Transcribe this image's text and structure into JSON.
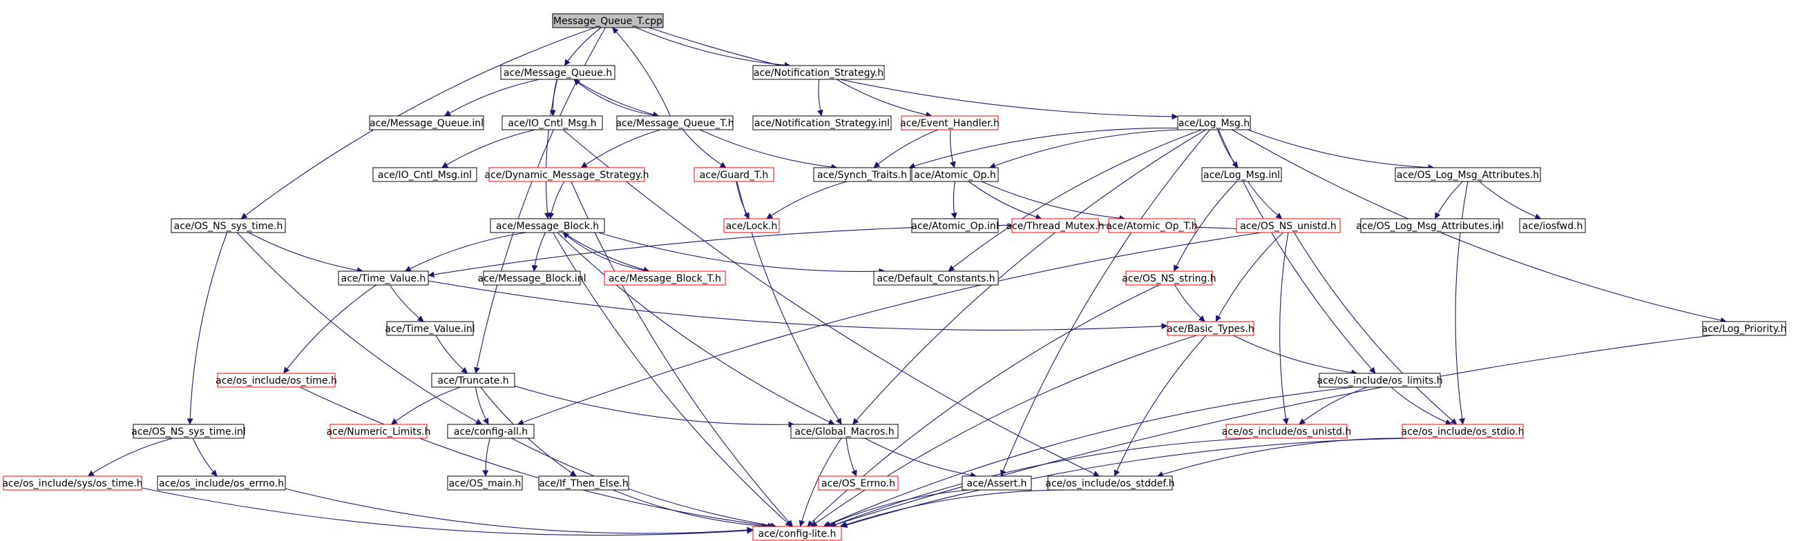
{
  "graph": {
    "colors": {
      "edge": "#191970",
      "border_default": "#000000",
      "border_unexpanded": "#ff0000",
      "root_fill": "#bfbfbf",
      "fill": "#ffffff"
    },
    "nodes": [
      {
        "id": "root",
        "label": "Message_Queue_T.cpp",
        "kind": "root"
      },
      {
        "id": "mq_h",
        "label": "ace/Message_Queue.h",
        "kind": "default"
      },
      {
        "id": "ns_h",
        "label": "ace/Notification_Strategy.h",
        "kind": "default"
      },
      {
        "id": "logmsg_h",
        "label": "ace/Log_Msg.h",
        "kind": "default"
      },
      {
        "id": "mq_inl",
        "label": "ace/Message_Queue.inl",
        "kind": "default"
      },
      {
        "id": "iocntl_h",
        "label": "ace/IO_Cntl_Msg.h",
        "kind": "default"
      },
      {
        "id": "mqt_h",
        "label": "ace/Message_Queue_T.h",
        "kind": "default"
      },
      {
        "id": "ns_inl",
        "label": "ace/Notification_Strategy.inl",
        "kind": "default"
      },
      {
        "id": "evh_h",
        "label": "ace/Event_Handler.h",
        "kind": "unexpanded"
      },
      {
        "id": "iocntl_inl",
        "label": "ace/IO_Cntl_Msg.inl",
        "kind": "default"
      },
      {
        "id": "dms_h",
        "label": "ace/Dynamic_Message_Strategy.h",
        "kind": "unexpanded"
      },
      {
        "id": "guard_h",
        "label": "ace/Guard_T.h",
        "kind": "unexpanded"
      },
      {
        "id": "synch_h",
        "label": "ace/Synch_Traits.h",
        "kind": "default"
      },
      {
        "id": "atomic_h",
        "label": "ace/Atomic_Op.h",
        "kind": "default"
      },
      {
        "id": "logmsg_inl",
        "label": "ace/Log_Msg.inl",
        "kind": "default"
      },
      {
        "id": "oslma_h",
        "label": "ace/OS_Log_Msg_Attributes.h",
        "kind": "default"
      },
      {
        "id": "ossys_h",
        "label": "ace/OS_NS_sys_time.h",
        "kind": "default"
      },
      {
        "id": "mb_h",
        "label": "ace/Message_Block.h",
        "kind": "default"
      },
      {
        "id": "lock_h",
        "label": "ace/Lock.h",
        "kind": "unexpanded"
      },
      {
        "id": "atomic_inl",
        "label": "ace/Atomic_Op.inl",
        "kind": "default"
      },
      {
        "id": "thmutex_h",
        "label": "ace/Thread_Mutex.h",
        "kind": "unexpanded"
      },
      {
        "id": "atomicT_h",
        "label": "ace/Atomic_Op_T.h",
        "kind": "unexpanded"
      },
      {
        "id": "osunistd_h",
        "label": "ace/OS_NS_unistd.h",
        "kind": "unexpanded"
      },
      {
        "id": "oslma_inl",
        "label": "ace/OS_Log_Msg_Attributes.inl",
        "kind": "default"
      },
      {
        "id": "iosfwd_h",
        "label": "ace/iosfwd.h",
        "kind": "default"
      },
      {
        "id": "tv_h",
        "label": "ace/Time_Value.h",
        "kind": "default"
      },
      {
        "id": "mb_inl",
        "label": "ace/Message_Block.inl",
        "kind": "default"
      },
      {
        "id": "mbT_h",
        "label": "ace/Message_Block_T.h",
        "kind": "unexpanded"
      },
      {
        "id": "defc_h",
        "label": "ace/Default_Constants.h",
        "kind": "default"
      },
      {
        "id": "osstring_h",
        "label": "ace/OS_NS_string.h",
        "kind": "unexpanded"
      },
      {
        "id": "tv_inl",
        "label": "ace/Time_Value.inl",
        "kind": "default"
      },
      {
        "id": "basic_h",
        "label": "ace/Basic_Types.h",
        "kind": "unexpanded"
      },
      {
        "id": "logprio_h",
        "label": "ace/Log_Priority.h",
        "kind": "default"
      },
      {
        "id": "ostime_h",
        "label": "ace/os_include/os_time.h",
        "kind": "unexpanded"
      },
      {
        "id": "trunc_h",
        "label": "ace/Truncate.h",
        "kind": "default"
      },
      {
        "id": "oslimits_h",
        "label": "ace/os_include/os_limits.h",
        "kind": "default"
      },
      {
        "id": "ossys_inl",
        "label": "ace/OS_NS_sys_time.inl",
        "kind": "default"
      },
      {
        "id": "numlim_h",
        "label": "ace/Numeric_Limits.h",
        "kind": "unexpanded"
      },
      {
        "id": "configall_h",
        "label": "ace/config-all.h",
        "kind": "default"
      },
      {
        "id": "gmacros_h",
        "label": "ace/Global_Macros.h",
        "kind": "default"
      },
      {
        "id": "osunistd2_h",
        "label": "ace/os_include/os_unistd.h",
        "kind": "unexpanded"
      },
      {
        "id": "osstdio_h",
        "label": "ace/os_include/os_stdio.h",
        "kind": "unexpanded"
      },
      {
        "id": "syst_h",
        "label": "ace/os_include/sys/os_time.h",
        "kind": "unexpanded"
      },
      {
        "id": "oserrno_h",
        "label": "ace/os_include/os_errno.h",
        "kind": "default"
      },
      {
        "id": "osmain_h",
        "label": "ace/OS_main.h",
        "kind": "default"
      },
      {
        "id": "ifte_h",
        "label": "ace/If_Then_Else.h",
        "kind": "default"
      },
      {
        "id": "oserr_h",
        "label": "ace/OS_Errno.h",
        "kind": "unexpanded"
      },
      {
        "id": "assert_h",
        "label": "ace/Assert.h",
        "kind": "default"
      },
      {
        "id": "osstddef_h",
        "label": "ace/os_include/os_stddef.h",
        "kind": "default"
      },
      {
        "id": "configlite_h",
        "label": "ace/config-lite.h",
        "kind": "unexpanded"
      }
    ],
    "edges": [
      [
        "root",
        "mq_h"
      ],
      [
        "root",
        "ns_h"
      ],
      [
        "root",
        "logmsg_h"
      ],
      [
        "root",
        "ossys_h"
      ],
      [
        "root",
        "trunc_h"
      ],
      [
        "mq_h",
        "mq_inl"
      ],
      [
        "mq_h",
        "iocntl_h"
      ],
      [
        "mq_h",
        "mqt_h"
      ],
      [
        "mq_h",
        "mb_h"
      ],
      [
        "mqt_h",
        "mq_h"
      ],
      [
        "mqt_h",
        "root"
      ],
      [
        "mqt_h",
        "dms_h"
      ],
      [
        "mqt_h",
        "guard_h"
      ],
      [
        "mqt_h",
        "synch_h"
      ],
      [
        "iocntl_h",
        "iocntl_inl"
      ],
      [
        "iocntl_h",
        "osstddef_h"
      ],
      [
        "ns_h",
        "ns_inl"
      ],
      [
        "ns_h",
        "evh_h"
      ],
      [
        "evh_h",
        "synch_h"
      ],
      [
        "evh_h",
        "atomic_h"
      ],
      [
        "logmsg_h",
        "synch_h"
      ],
      [
        "logmsg_h",
        "atomic_h"
      ],
      [
        "logmsg_h",
        "logmsg_inl"
      ],
      [
        "logmsg_h",
        "oslma_h"
      ],
      [
        "logmsg_h",
        "defc_h"
      ],
      [
        "logmsg_h",
        "gmacros_h"
      ],
      [
        "logmsg_h",
        "oslimits_h"
      ],
      [
        "logmsg_h",
        "logprio_h"
      ],
      [
        "logmsg_h",
        "assert_h"
      ],
      [
        "synch_h",
        "lock_h"
      ],
      [
        "guard_h",
        "lock_h"
      ],
      [
        "guard_h",
        "gmacros_h"
      ],
      [
        "atomic_h",
        "atomic_inl"
      ],
      [
        "atomic_h",
        "thmutex_h"
      ],
      [
        "atomic_h",
        "atomicT_h"
      ],
      [
        "logmsg_inl",
        "osunistd_h"
      ],
      [
        "logmsg_inl",
        "osstring_h"
      ],
      [
        "oslma_h",
        "oslma_inl"
      ],
      [
        "oslma_h",
        "iosfwd_h"
      ],
      [
        "oslma_h",
        "osstdio_h"
      ],
      [
        "dms_h",
        "mb_h"
      ],
      [
        "dms_h",
        "configlite_h"
      ],
      [
        "ossys_h",
        "tv_h"
      ],
      [
        "ossys_h",
        "ossys_inl"
      ],
      [
        "ossys_h",
        "configall_h"
      ],
      [
        "mb_h",
        "tv_h"
      ],
      [
        "mb_h",
        "mb_inl"
      ],
      [
        "mb_h",
        "mbT_h"
      ],
      [
        "mb_h",
        "defc_h"
      ],
      [
        "mb_h",
        "gmacros_h"
      ],
      [
        "mb_h",
        "configlite_h"
      ],
      [
        "mbT_h",
        "mb_h"
      ],
      [
        "osunistd_h",
        "tv_h"
      ],
      [
        "osunistd_h",
        "basic_h"
      ],
      [
        "osunistd_h",
        "osunistd2_h"
      ],
      [
        "osunistd_h",
        "osstdio_h"
      ],
      [
        "osunistd_h",
        "configall_h"
      ],
      [
        "osstring_h",
        "basic_h"
      ],
      [
        "osstring_h",
        "configlite_h"
      ],
      [
        "tv_h",
        "tv_inl"
      ],
      [
        "tv_h",
        "basic_h"
      ],
      [
        "tv_h",
        "ostime_h"
      ],
      [
        "tv_inl",
        "trunc_h"
      ],
      [
        "basic_h",
        "oslimits_h"
      ],
      [
        "basic_h",
        "osstddef_h"
      ],
      [
        "basic_h",
        "configlite_h"
      ],
      [
        "logprio_h",
        "configlite_h"
      ],
      [
        "ostime_h",
        "configlite_h"
      ],
      [
        "trunc_h",
        "numlim_h"
      ],
      [
        "trunc_h",
        "configall_h"
      ],
      [
        "trunc_h",
        "ifte_h"
      ],
      [
        "trunc_h",
        "gmacros_h"
      ],
      [
        "oslimits_h",
        "osunistd2_h"
      ],
      [
        "oslimits_h",
        "osstdio_h"
      ],
      [
        "oslimits_h",
        "configlite_h"
      ],
      [
        "ossys_inl",
        "syst_h"
      ],
      [
        "ossys_inl",
        "oserrno_h"
      ],
      [
        "configall_h",
        "osmain_h"
      ],
      [
        "configall_h",
        "configlite_h"
      ],
      [
        "gmacros_h",
        "oserr_h"
      ],
      [
        "gmacros_h",
        "assert_h"
      ],
      [
        "gmacros_h",
        "configlite_h"
      ],
      [
        "osunistd2_h",
        "configlite_h"
      ],
      [
        "osstdio_h",
        "osstddef_h"
      ],
      [
        "osstdio_h",
        "configlite_h"
      ],
      [
        "syst_h",
        "configlite_h"
      ],
      [
        "oserrno_h",
        "configlite_h"
      ],
      [
        "ifte_h",
        "configlite_h"
      ],
      [
        "assert_h",
        "configlite_h"
      ],
      [
        "osstddef_h",
        "configlite_h"
      ]
    ]
  }
}
